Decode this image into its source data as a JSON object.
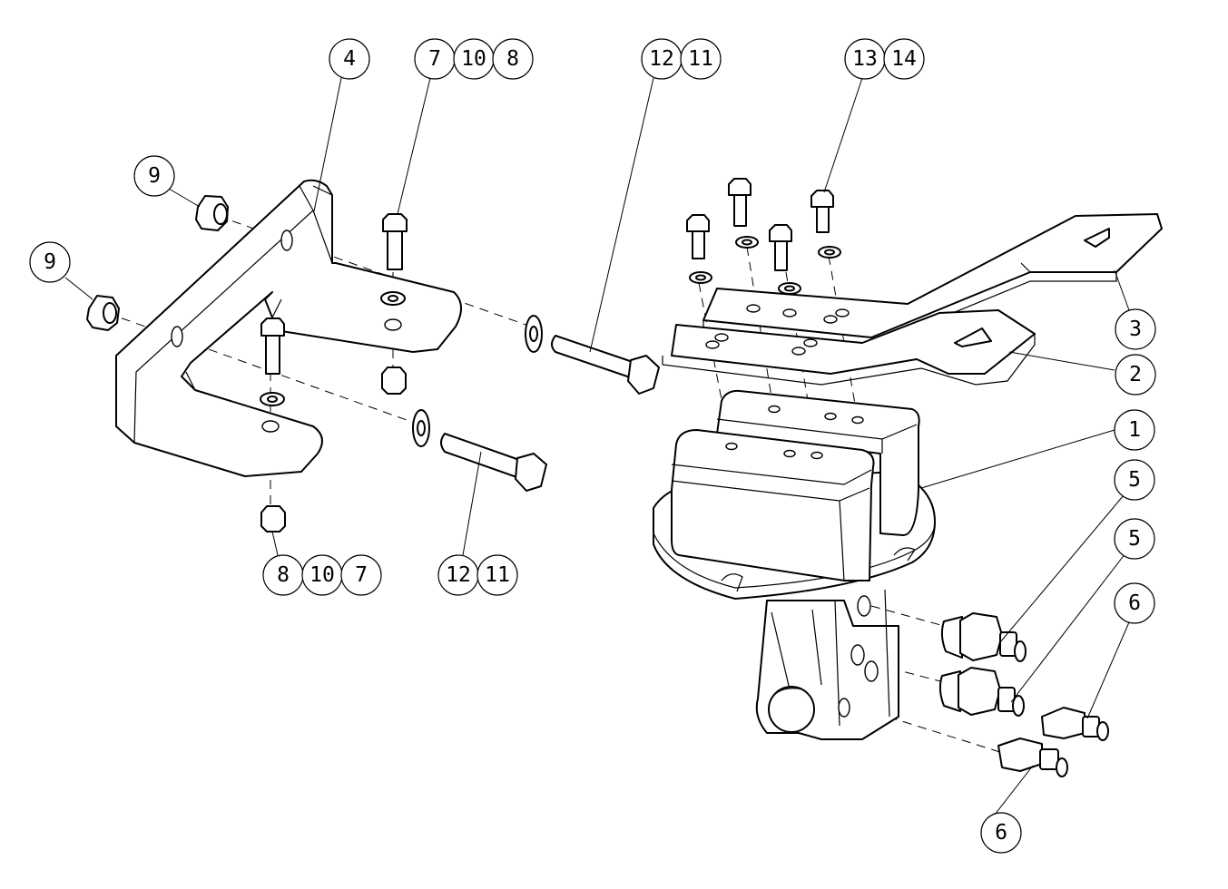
{
  "callouts": [
    {
      "id": "c4",
      "label": "4"
    },
    {
      "id": "c7a",
      "label": "7"
    },
    {
      "id": "c10a",
      "label": "10"
    },
    {
      "id": "c8a",
      "label": "8"
    },
    {
      "id": "c12a",
      "label": "12"
    },
    {
      "id": "c11a",
      "label": "11"
    },
    {
      "id": "c13",
      "label": "13"
    },
    {
      "id": "c14",
      "label": "14"
    },
    {
      "id": "c9a",
      "label": "9"
    },
    {
      "id": "c9b",
      "label": "9"
    },
    {
      "id": "c3",
      "label": "3"
    },
    {
      "id": "c2",
      "label": "2"
    },
    {
      "id": "c1",
      "label": "1"
    },
    {
      "id": "c5a",
      "label": "5"
    },
    {
      "id": "c5b",
      "label": "5"
    },
    {
      "id": "c6a",
      "label": "6"
    },
    {
      "id": "c6b",
      "label": "6"
    },
    {
      "id": "c8b",
      "label": "8"
    },
    {
      "id": "c10b",
      "label": "10"
    },
    {
      "id": "c7b",
      "label": "7"
    },
    {
      "id": "c12b",
      "label": "12"
    },
    {
      "id": "c11b",
      "label": "11"
    }
  ],
  "colors": {
    "line": "#000000",
    "background": "#ffffff"
  }
}
